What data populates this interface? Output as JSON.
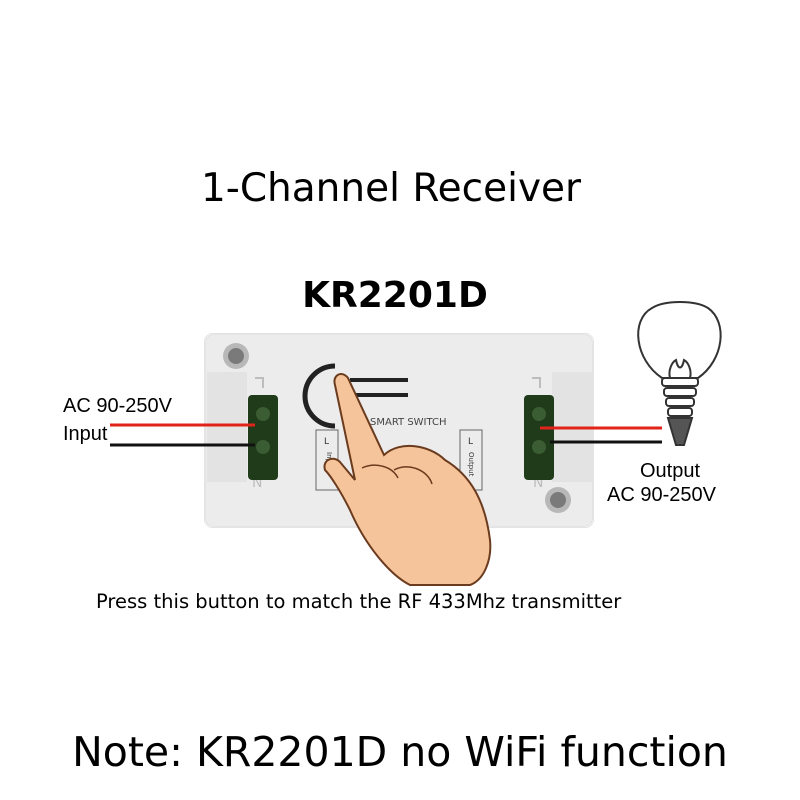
{
  "title": "1-Channel Receiver",
  "model": "KR2201D",
  "input": {
    "voltage": "AC 90-250V",
    "label": "Input"
  },
  "output": {
    "label": "Output",
    "voltage": "AC 90-250V"
  },
  "device": {
    "brand_text": "SMART SWITCH",
    "terminal_in_l": "L",
    "terminal_in_n": "N",
    "terminal_out_l": "L",
    "terminal_out_n": "N",
    "input_side_text": "Input",
    "output_side_text": "Output"
  },
  "instruction": "Press this button to match the RF 433Mhz transmitter",
  "note": "Note: KR2201D no WiFi function",
  "colors": {
    "live_wire": "#e2231a",
    "neutral_wire": "#111111",
    "case": "#ececec",
    "terminal": "#1f3b1a",
    "skin": "#f6c49a"
  }
}
